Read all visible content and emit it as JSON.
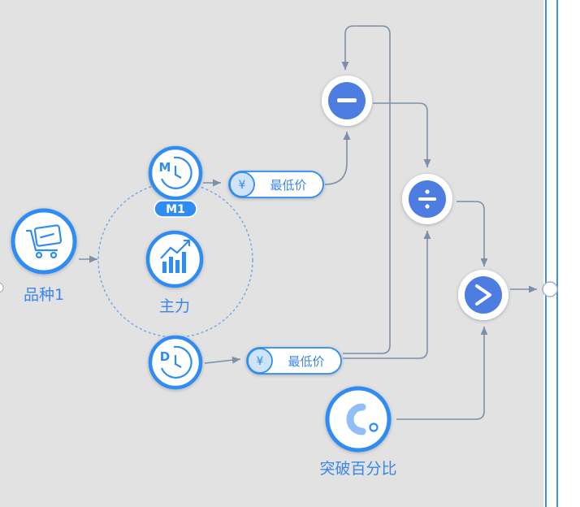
{
  "nodes": {
    "variety": {
      "label": "品种1",
      "icon": "cart-icon"
    },
    "main_force": {
      "label": "主力",
      "icon": "trend-chart-icon"
    },
    "minute_clock": {
      "icon": "clock-m-icon",
      "badge": "M1"
    },
    "day_clock": {
      "icon": "clock-d-icon"
    },
    "low_price_top": {
      "label": "最低价",
      "icon": "yen-icon",
      "symbol": "¥"
    },
    "low_price_bottom": {
      "label": "最低价",
      "icon": "yen-icon",
      "symbol": "¥"
    },
    "minus_op": {
      "icon": "minus-icon",
      "symbol": "−"
    },
    "divide_op": {
      "icon": "divide-icon",
      "symbol": "÷"
    },
    "greater_op": {
      "icon": "greater-than-icon",
      "symbol": ">"
    },
    "breakout_pct": {
      "label": "突破百分比",
      "icon": "constant-c-icon",
      "symbol": "C"
    }
  },
  "colors": {
    "background": "#e2e2e2",
    "node_blue": "#2f8cf2",
    "operator_blue": "#4d7de0",
    "edge": "#7d8fa9",
    "label_blue": "#3a86e8",
    "pill_fill": "#ffffff",
    "rail": "#3d8ef0"
  }
}
